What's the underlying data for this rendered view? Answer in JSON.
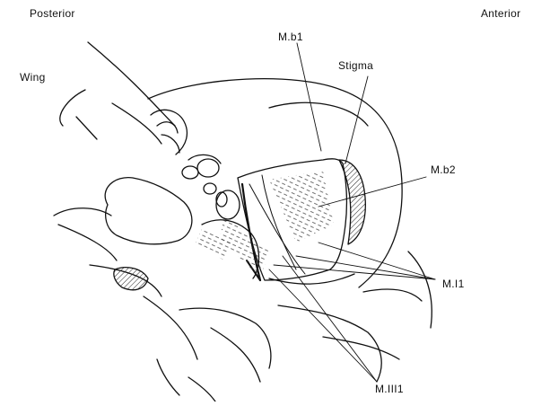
{
  "orientation": {
    "left": "Posterior",
    "right": "Anterior"
  },
  "labels": {
    "wing": "Wing",
    "mb1": "M.b1",
    "stigma": "Stigma",
    "mb2": "M.b2",
    "ml1": "M.I1",
    "mlll1": "M.III1"
  }
}
